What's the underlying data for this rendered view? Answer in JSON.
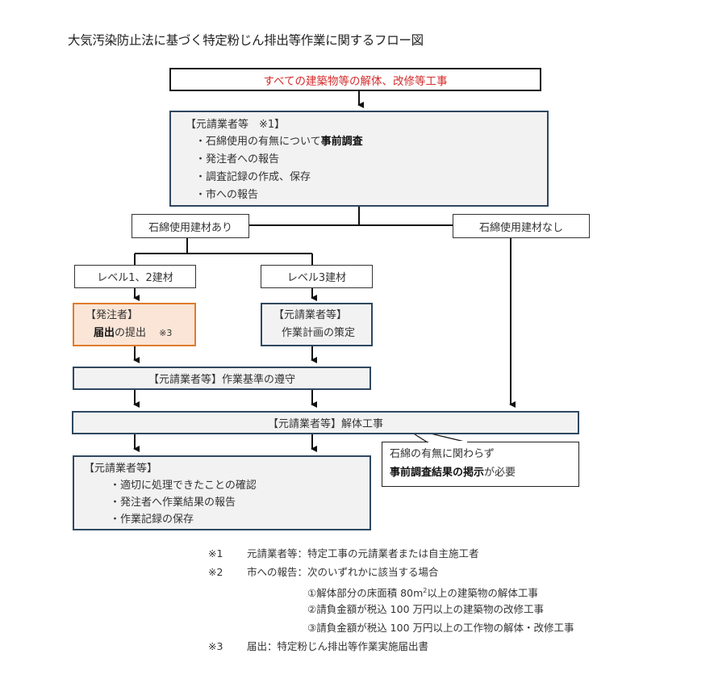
{
  "title": "大気汚染防止法に基づく特定粉じん排出等作業に関するフロー図",
  "colors": {
    "start_text": "#d62d2d",
    "navy_border": "#2f4860",
    "gray_fill": "#f2f2f2",
    "orange_border": "#e07b2c",
    "orange_fill": "#fbe5d6"
  },
  "nodes": {
    "start": "すべての建築物等の解体、改修等工事",
    "survey": {
      "header": "【元請業者等　※1】",
      "items": [
        {
          "prefix": "・石綿使用の有無について",
          "bold": "事前調査"
        },
        {
          "prefix": "・発注者への報告",
          "bold": ""
        },
        {
          "prefix": "・調査記録の作成、保存",
          "bold": ""
        },
        {
          "prefix": "・市への報告",
          "bold": ""
        }
      ]
    },
    "asbestos_yes": "石綿使用建材あり",
    "asbestos_no": "石綿使用建材なし",
    "level12": "レベル1、2建材",
    "level3": "レベル3建材",
    "client_notice": {
      "header": "【発注者】",
      "bold": "届出",
      "rest": "の提出",
      "note": "※3"
    },
    "work_plan": {
      "header": "【元請業者等】",
      "text": "作業計画の策定"
    },
    "work_standard": "【元請業者等】作業基準の遵守",
    "demolition": "【元請業者等】解体工事",
    "callout": {
      "line1": "石綿の有無に関わらず",
      "bold": "事前調査結果の掲示",
      "rest": "が必要"
    },
    "completion": {
      "header": "【元請業者等】",
      "items": [
        "・適切に処理できたことの確認",
        "・発注者へ作業結果の報告",
        "・作業記録の保存"
      ]
    }
  },
  "notes": [
    {
      "mark": "※1",
      "text": "元請業者等：特定工事の元請業者または自主施工者"
    },
    {
      "mark": "※2",
      "text": "市への報告：次のいずれかに該当する場合"
    },
    {
      "mark": "",
      "text_a": "①解体部分の床面積 80m",
      "sup": "2",
      "text_b": "以上の建築物の解体工事"
    },
    {
      "mark": "",
      "text": "②請負金額が税込 100 万円以上の建築物の改修工事"
    },
    {
      "mark": "",
      "text": "③請負金額が税込 100 万円以上の工作物の解体・改修工事"
    },
    {
      "mark": "※3",
      "text": "届出：特定粉じん排出等作業実施届出書"
    }
  ]
}
